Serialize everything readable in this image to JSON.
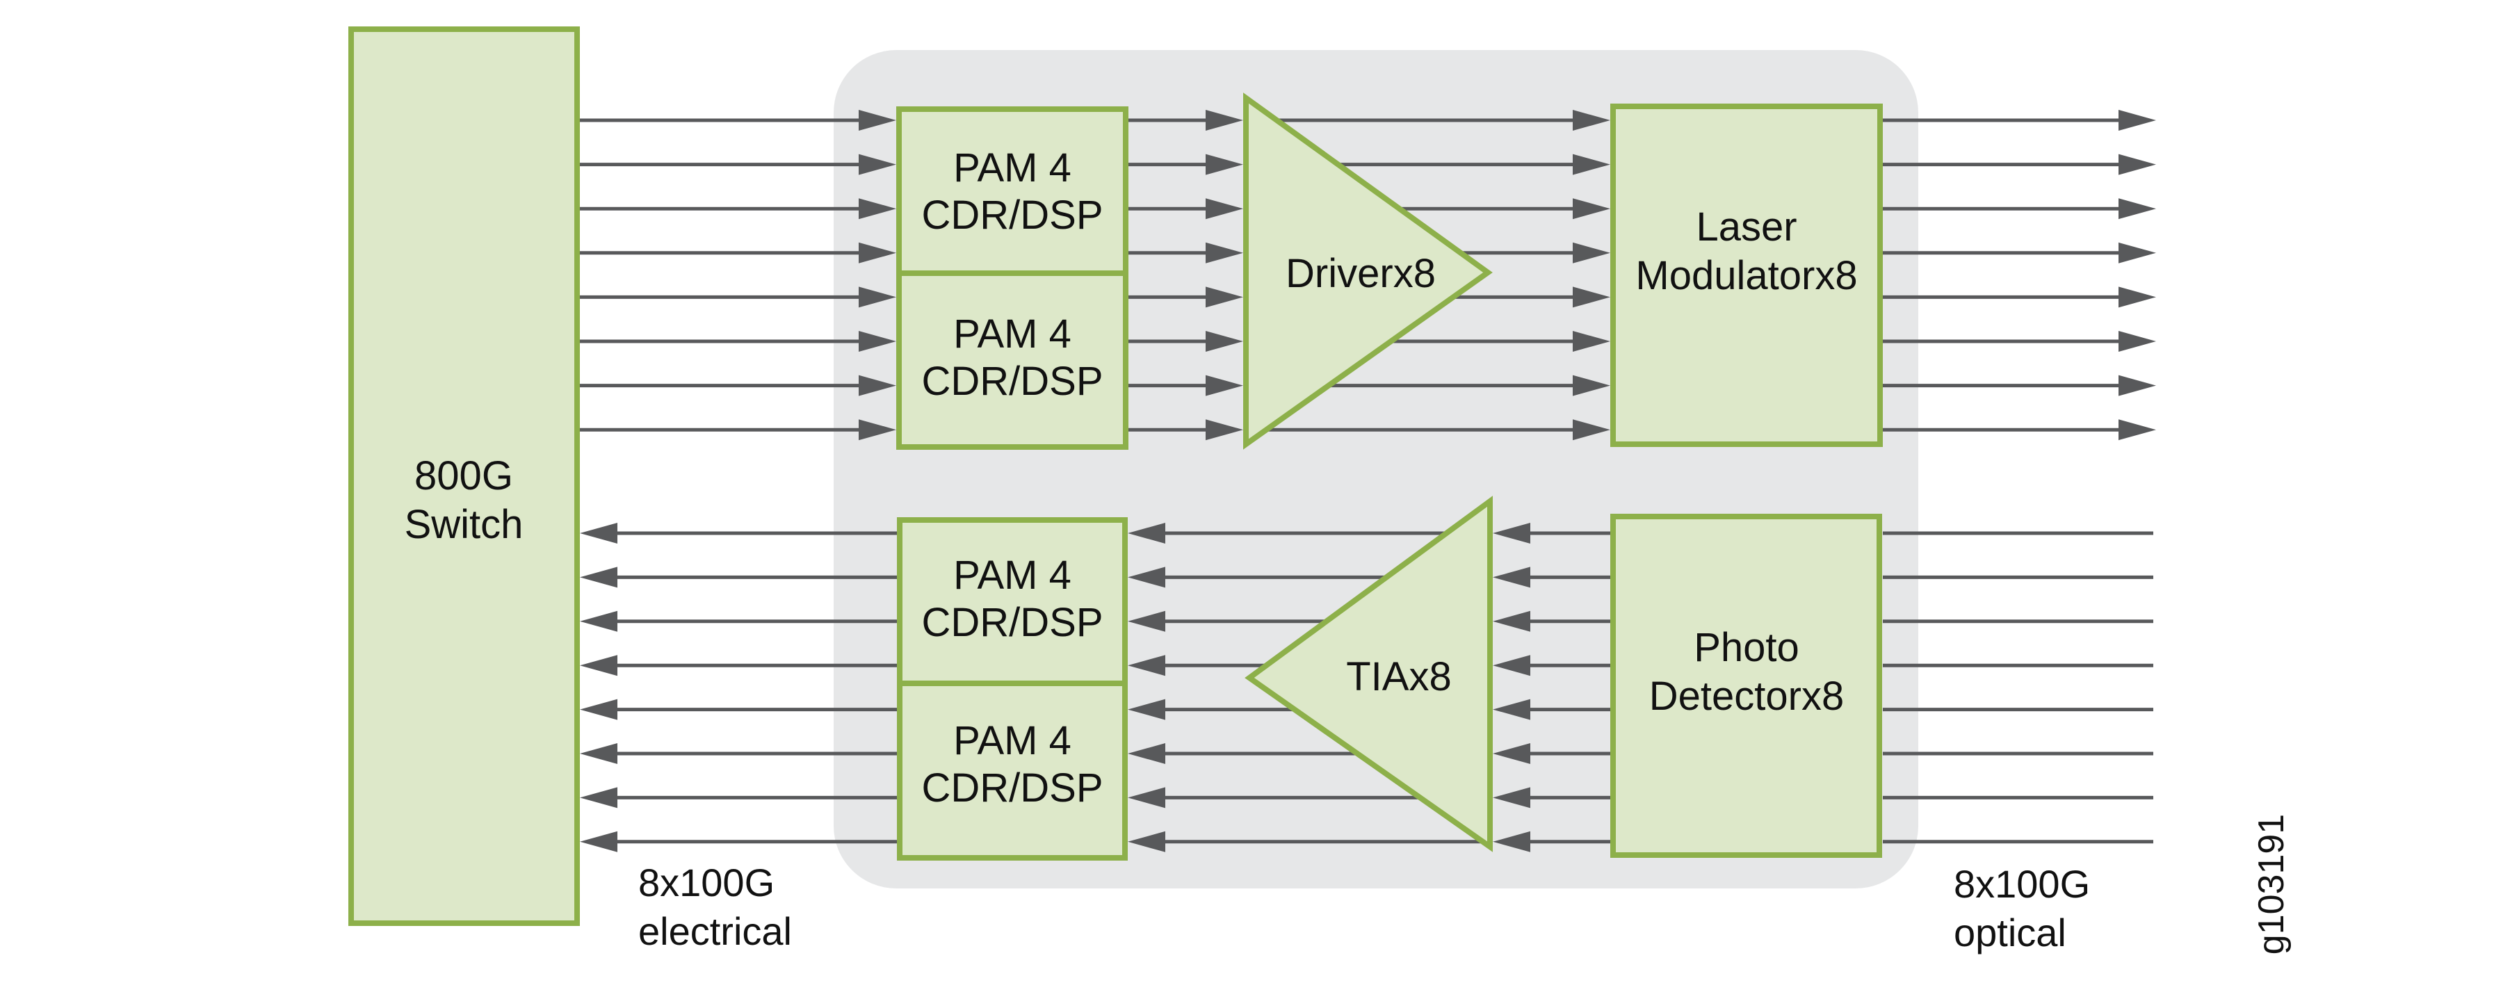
{
  "diagram": {
    "title": "800G transceiver block diagram",
    "colors": {
      "block_fill": "#dde8c9",
      "block_stroke": "#8db04a",
      "panel": "#e6e7e8",
      "wire": "#58595b",
      "text": "#111111"
    },
    "lanes_per_direction": 8,
    "blocks": {
      "switch": {
        "line1": "800G",
        "line2": "Switch"
      },
      "tx_dsp_a": {
        "line1": "PAM 4",
        "line2": "CDR/DSP"
      },
      "tx_dsp_b": {
        "line1": "PAM 4",
        "line2": "CDR/DSP"
      },
      "driver": {
        "label": "Driverx8"
      },
      "laser": {
        "line1": "Laser",
        "line2": "Modulatorx8"
      },
      "rx_dsp_a": {
        "line1": "PAM 4",
        "line2": "CDR/DSP"
      },
      "rx_dsp_b": {
        "line1": "PAM 4",
        "line2": "CDR/DSP"
      },
      "tia": {
        "label": "TIAx8"
      },
      "photo": {
        "line1": "Photo",
        "line2": "Detectorx8"
      }
    },
    "annotations": {
      "electrical": {
        "line1": "8x100G",
        "line2": "electrical"
      },
      "optical": {
        "line1": "8x100G",
        "line2": "optical"
      },
      "figure_id": "g103191"
    },
    "flows": [
      {
        "from": "switch",
        "to": "tx_dsp",
        "direction": "right",
        "lanes": 8
      },
      {
        "from": "tx_dsp",
        "to": "driver",
        "direction": "right",
        "lanes": 8
      },
      {
        "from": "driver",
        "to": "laser",
        "direction": "right",
        "lanes": 8
      },
      {
        "from": "laser",
        "to": "optical_out",
        "direction": "right",
        "lanes": 8
      },
      {
        "from": "optical_in",
        "to": "photo",
        "direction": "left",
        "lanes": 8
      },
      {
        "from": "photo",
        "to": "tia",
        "direction": "left",
        "lanes": 8
      },
      {
        "from": "tia",
        "to": "rx_dsp",
        "direction": "left",
        "lanes": 8
      },
      {
        "from": "rx_dsp",
        "to": "switch",
        "direction": "left",
        "lanes": 8
      }
    ]
  }
}
